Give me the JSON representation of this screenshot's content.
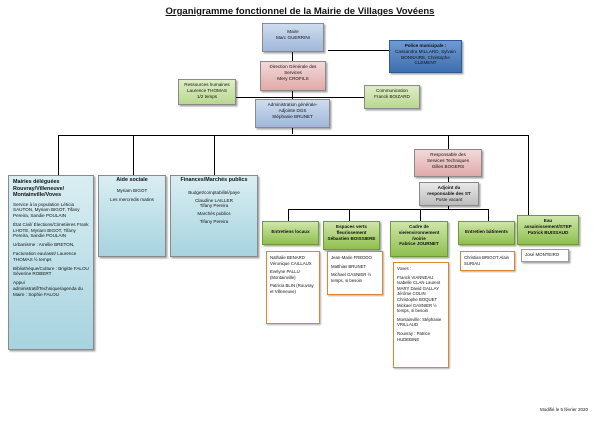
{
  "title": "Organigramme fonctionnel de la Mairie de Villages Vovéens",
  "maire": {
    "role": "Maire",
    "name": "Marc GUERRINI"
  },
  "police": {
    "role": "Police municipale :",
    "names": "Cassandra MILLARD, Sylvain BONNAIRE, Christophe CLEMENT"
  },
  "dgs": {
    "role": "Direction Générale des Services",
    "name": "Mery CROFILS"
  },
  "rh": {
    "role": "Ressources humaines",
    "name": "Laurence THOMAS 1/2 temps"
  },
  "com": {
    "role": "Communication",
    "name": "Franck BOIZARD"
  },
  "admin": {
    "role": "Administration générale-Adjointe DGS",
    "name": "Stéphanie BRUNET"
  },
  "mairies": {
    "title": "Mairies déléguées Rouvray/Villeneuve/ Montainville/Voves",
    "sections": [
      "Service à la population Léticia SAUTON, Myriam BIGOT, Tifany Pereira, Sandie POULAIN",
      "État Civil/ Élections/Cimetières Frank LHOTE, Myriam BIGOT, Tifany Pereira, Sandie POULAIN",
      "Urbanisme : Amélie BRETON,",
      "Facturation eau/asst/ Laurence THOMAS ½ temps",
      "Bibliothèque/Culture : Brigitte FALOU Séverine ROBERT",
      "Appui administratif/Technique/agenda du Maire : Sophie FALOU"
    ]
  },
  "aide": {
    "title": "Aide sociale",
    "name": "Myriam BIGOT",
    "extra": "Les mercredis matins"
  },
  "finances": {
    "title": "Finances/Marchés publics",
    "lines": [
      "Budget/comptabilité/paye",
      "Claudine LAILLER",
      "Tifany Pereira",
      "Marchés publics",
      "Tifany Pereira"
    ]
  },
  "tech": {
    "role": "Responsable des Services Techniques",
    "name": "Gilles BOGERS"
  },
  "adjoint": {
    "role": "Adjoint du responsable des ST",
    "name": "Poste vacant"
  },
  "espaces_header": {
    "title": "Espaces verts fleurissement",
    "name": "Sébastien BOISSIERE"
  },
  "cadre_header": {
    "title": "Cadre de vie/environnement /voirie",
    "name": "Fabrice JOURNET"
  },
  "entretien_header": {
    "title": "Entretien bâtiments"
  },
  "eau_header": {
    "title": "Eau assainissement/STEP",
    "name": "Patrick BUISSAUD"
  },
  "teams": {
    "entretiens": {
      "title": "Entretiens locaux",
      "members": [
        "Nathalie BENARD Véronique CAILLAUX",
        "Evelyne PALLU (Montainville)",
        "Patricia BLIN (Rouvray et Villeneuve)"
      ]
    },
    "espaces": {
      "members": [
        "Jean-Marie FREDDO",
        "Matthias BRUNET",
        "Michael GASNIER ½ temps, si besoin"
      ]
    },
    "cadre": {
      "members": [
        "Voves :",
        "Franck VIANNEAU Isabelle CLAN Laurent MARY David GALLAY Jérôme COLIN Christophe BOQUET Mickael GASNIER ½ temps, si besoin",
        "Montainville: Stéphanie VRILLAUD",
        "Rouvray : Patrice HUDEBINE"
      ]
    },
    "batiments": {
      "members": [
        "Christian BRIGOT Alain SURIAU"
      ]
    },
    "eau": {
      "members": [
        "José MONTEIRO"
      ]
    }
  },
  "footer": "Modifié le 5 février 2020"
}
